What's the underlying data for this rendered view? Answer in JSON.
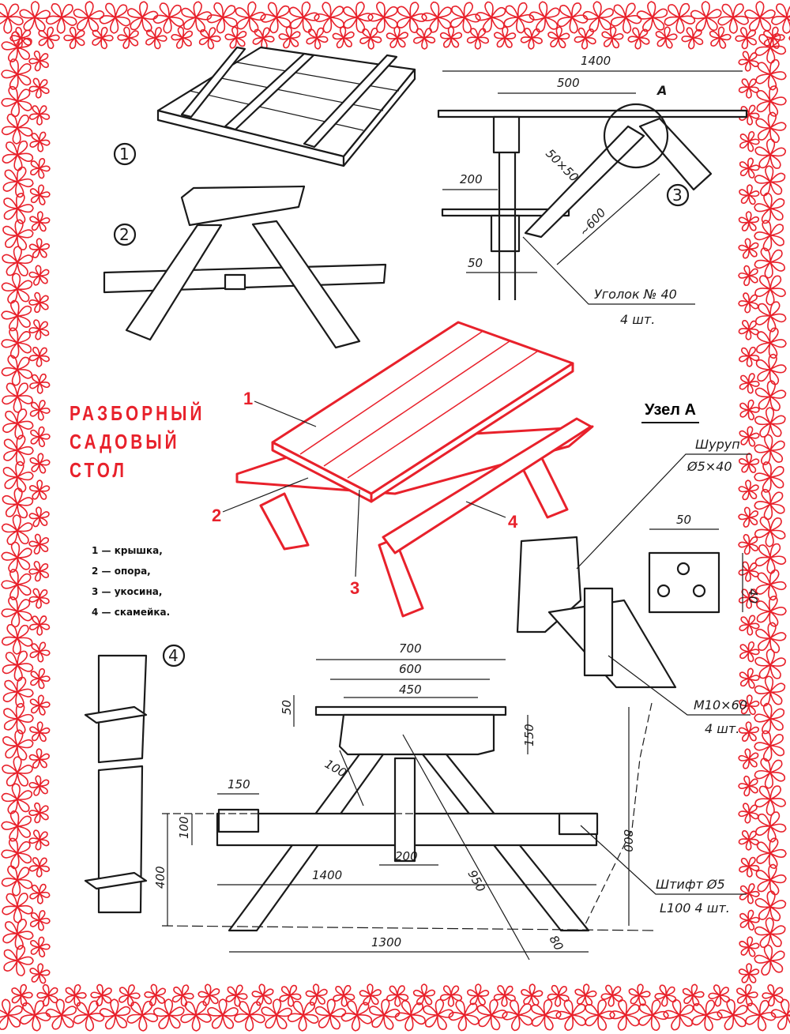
{
  "title": {
    "line1": "РАЗБОРНЫЙ",
    "line2": "САДОВЫЙ",
    "line3": "СТОЛ"
  },
  "legend": [
    {
      "num": "1",
      "text": "1 — крышка,"
    },
    {
      "num": "2",
      "text": "2 — опора,"
    },
    {
      "num": "3",
      "text": "3 — укосина,"
    },
    {
      "num": "4",
      "text": "4 — скамейка."
    }
  ],
  "figures": {
    "fig1": "1",
    "fig2": "2",
    "fig3": "3",
    "fig4": "4"
  },
  "isometric_labels": {
    "p1": "1",
    "p2": "2",
    "p3": "3",
    "p4": "4"
  },
  "section": {
    "dim_1400": "1400",
    "dim_500": "500",
    "dim_200": "200",
    "dim_50": "50",
    "dim_50x50": "50×50",
    "dim_600": "~600",
    "node": "А",
    "angle_label": "Уголок № 40",
    "angle_qty": "4 шт."
  },
  "node_a": {
    "title": "Узел А",
    "screw_label": "Шуруп",
    "screw_size": "Ø5×40",
    "dim_50": "50",
    "dim_40": "40",
    "bolt_label": "М10×60",
    "bolt_qty": "4 шт."
  },
  "front": {
    "dim_700": "700",
    "dim_600": "600",
    "dim_450": "450",
    "dim_50": "50",
    "dim_150r": "150",
    "dim_100d": "100",
    "dim_150": "150",
    "dim_100": "100",
    "dim_200": "200",
    "dim_1400": "1400",
    "dim_400": "400",
    "dim_950": "950",
    "dim_800": "800",
    "dim_1300": "1300",
    "dim_80": "80",
    "pin_label": "Штифт Ø5",
    "pin_qty": "L100   4 шт."
  },
  "colors": {
    "accent": "#e8212b",
    "ink": "#1a1a1a"
  }
}
